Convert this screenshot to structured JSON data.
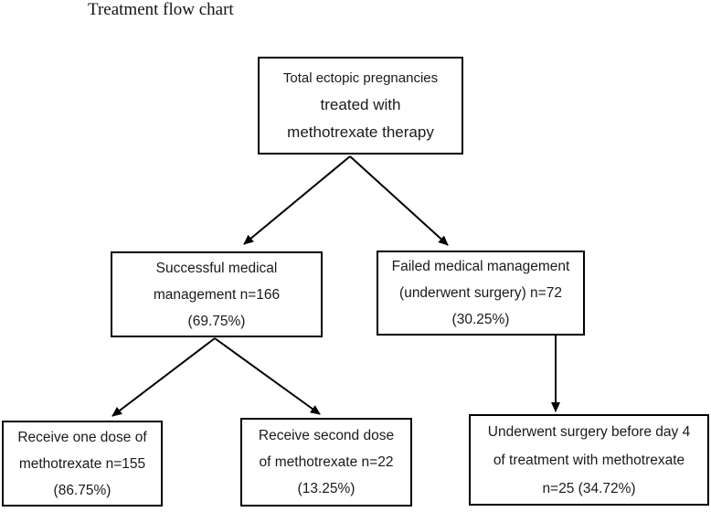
{
  "diagram": {
    "title": "Treatment flow chart",
    "nodes": [
      {
        "id": "total-ectopic-pregnancies",
        "lines": [
          "Total ectopic pregnancies",
          "treated with",
          "methotrexate therapy"
        ]
      },
      {
        "id": "successful-medical-management",
        "lines": [
          "Successful medical",
          "management n=166",
          "(69.75%)"
        ]
      },
      {
        "id": "failed-medical-management",
        "lines": [
          "Failed medical management",
          "(underwent surgery) n=72",
          "(30.25%)"
        ]
      },
      {
        "id": "receive-one-dose",
        "lines": [
          "Receive one dose of",
          "methotrexate n=155",
          "(86.75%)"
        ]
      },
      {
        "id": "receive-second-dose",
        "lines": [
          "Receive second dose",
          "of methotrexate n=22",
          "(13.25%)"
        ]
      },
      {
        "id": "underwent-surgery-before-day-4",
        "lines": [
          "Underwent surgery before day 4",
          "of treatment with methotrexate",
          "n=25 (34.72%)"
        ]
      }
    ],
    "edges": [
      {
        "from": "total-ectopic-pregnancies",
        "to": "successful-medical-management"
      },
      {
        "from": "total-ectopic-pregnancies",
        "to": "failed-medical-management"
      },
      {
        "from": "successful-medical-management",
        "to": "receive-one-dose"
      },
      {
        "from": "successful-medical-management",
        "to": "receive-second-dose"
      },
      {
        "from": "failed-medical-management",
        "to": "underwent-surgery-before-day-4"
      }
    ],
    "colors": {
      "line": "#000000",
      "box_border": "#000000",
      "text": "#1a1a1a",
      "background": "#ffffff"
    }
  }
}
